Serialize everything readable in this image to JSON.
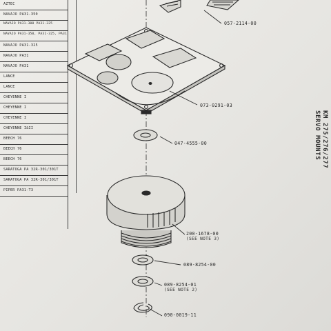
{
  "models": [
    "AZTEC",
    "NAVAJO PA31-350",
    "NAVAJO PA31-300 PA31-325",
    "NAVAJO PA31-350, PA31-325, PA31",
    "NAVAJO PA31-325",
    "NAVAJO PA31",
    "NAVAJO PA31",
    "LANCE",
    "LANCE",
    "CHEYENNE I",
    "CHEYENNE I",
    "CHEYENNE I",
    "CHEYENNE I&II",
    "BEECH 76",
    "BEECH 76",
    "BEECH 76",
    "SARATOGA PA 32R-301/301T",
    "SARATOGA PA 32R-301/301T",
    "PIPER PA31-T3"
  ],
  "title": {
    "line1": "KM 275/276/277",
    "line2": "SERVO MOUNTS"
  },
  "parts": [
    {
      "number": "057-2114-00",
      "note": ""
    },
    {
      "number": "073-0291-03",
      "note": ""
    },
    {
      "number": "047-4555-00",
      "note": ""
    },
    {
      "number": "200-1678-00",
      "note": "(SEE NOTE 3)"
    },
    {
      "number": "089-8254-00",
      "note": ""
    },
    {
      "number": "089-8254-01",
      "note": "(SEE NOTE 2)"
    },
    {
      "number": "090-0019-11",
      "note": ""
    }
  ],
  "colors": {
    "paper": "#e9e8e4",
    "ink": "#2a2a2a"
  }
}
